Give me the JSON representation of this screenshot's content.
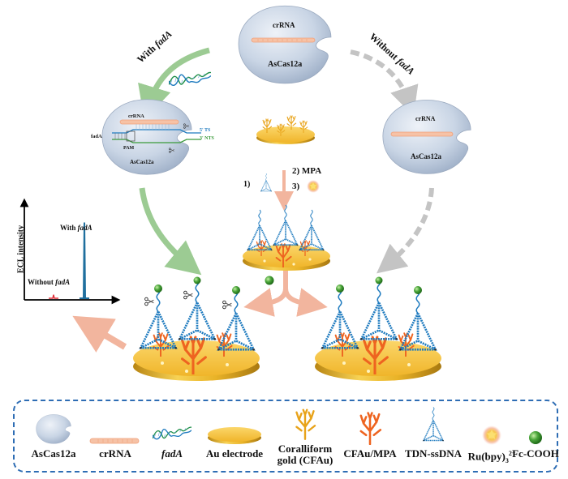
{
  "top_cas": {
    "crrna_label": "crRNA",
    "protein_label": "AsCas12a"
  },
  "left_path": {
    "label_prefix": "With ",
    "label_gene": "fadA"
  },
  "right_path": {
    "label_prefix": "Without ",
    "label_gene": "fadA"
  },
  "complex": {
    "crrna_label": "crRNA",
    "target_label": "fadA",
    "pam_label": "PAM",
    "ts_label": "5' TS",
    "nts_label": "3' NTS",
    "protein_label": "AsCas12a"
  },
  "right_cas": {
    "crrna_label": "crRNA",
    "protein_label": "AsCas12a"
  },
  "fabrication": {
    "step1": "1)",
    "step2": "2) MPA",
    "step3": "3)"
  },
  "chart_data": {
    "type": "bar",
    "title": "",
    "xlabel": "",
    "ylabel": "ECL intensity",
    "categories": [
      "Without fadA",
      "With fadA"
    ],
    "values": [
      0.04,
      0.85
    ],
    "ylim": [
      0,
      1
    ],
    "annotations": [
      {
        "text_prefix": "Without ",
        "text_gene": "fadA"
      },
      {
        "text_prefix": "With ",
        "text_gene": "fadA"
      }
    ],
    "colors": [
      "#e0303a",
      "#1f6f9e"
    ]
  },
  "legend": {
    "items": [
      {
        "label": "AsCas12a"
      },
      {
        "label": "crRNA"
      },
      {
        "label": "fadA"
      },
      {
        "label": "Au electrode"
      },
      {
        "label_line1": "Coralliform",
        "label_line2": "gold (CFAu)"
      },
      {
        "label": "CFAu/MPA"
      },
      {
        "label": "TDN-ssDNA"
      },
      {
        "label_main": "Ru(bpy)",
        "label_sub": "3",
        "label_sup": "2+"
      },
      {
        "label": "Fc-COOH"
      }
    ]
  },
  "colors": {
    "protein": "#c8d4e4",
    "crrna": "#f2a882",
    "gold": "#f2bd2c",
    "coral_gold": "#e8a31a",
    "coral_mpa": "#ee6420",
    "dna_blue": "#1f7bbf",
    "fc_green": "#4aa53a",
    "with_arrow": "#9ccb93",
    "without_arrow": "#c4c4c4",
    "process_arrow": "#f2b59e",
    "legend_border": "#2e6db4"
  }
}
